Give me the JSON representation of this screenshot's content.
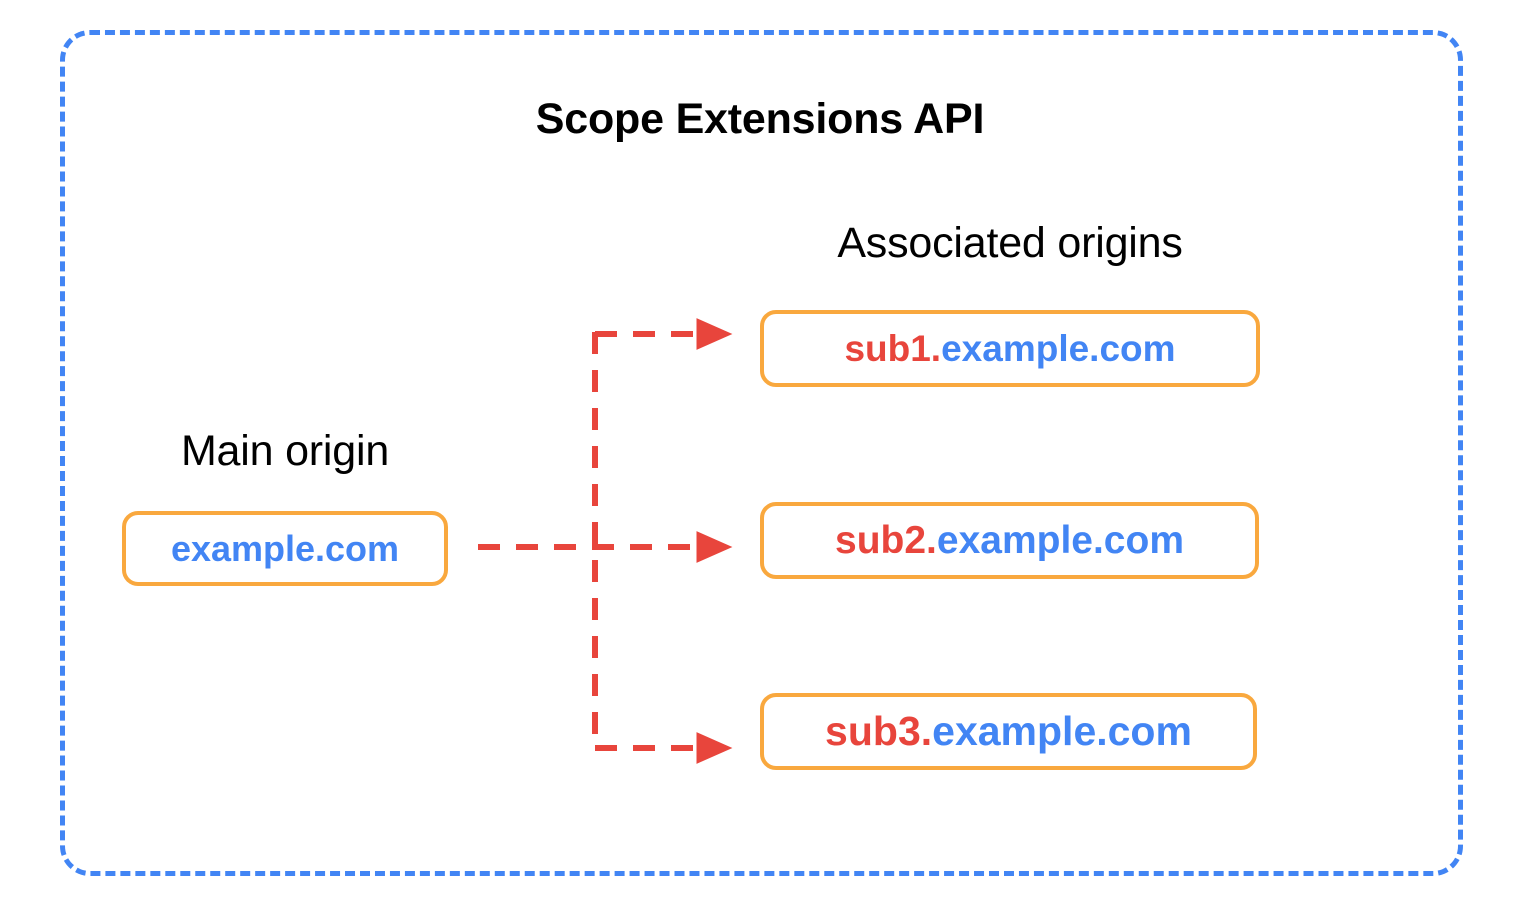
{
  "diagram": {
    "title": "Scope Extensions API",
    "frame_color": "#4285F4",
    "box_border_color": "#F9A83E",
    "arrow_color": "#E8453C",
    "subdomain_color": "#E8453C",
    "domain_color": "#4285F4"
  },
  "main_origin": {
    "label": "Main origin",
    "box": {
      "sub": "",
      "domain": "example.com"
    }
  },
  "associated_origins": {
    "label": "Associated origins",
    "boxes": [
      {
        "sub": "sub1.",
        "domain": "example.com"
      },
      {
        "sub": "sub2.",
        "domain": "example.com"
      },
      {
        "sub": "sub3.",
        "domain": "example.com"
      }
    ]
  }
}
